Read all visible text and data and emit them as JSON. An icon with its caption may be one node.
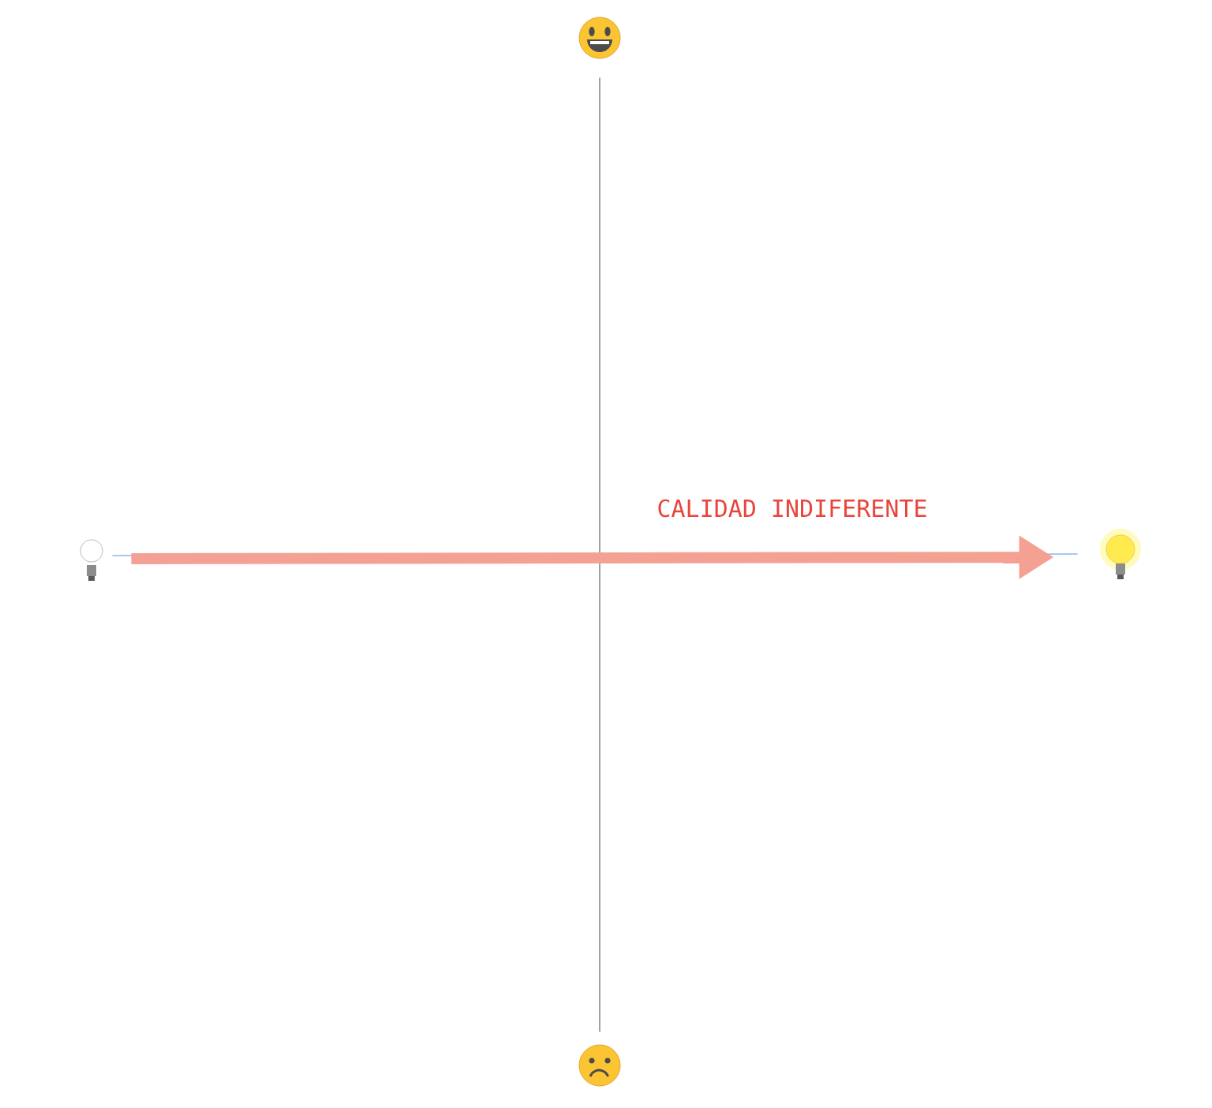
{
  "diagram": {
    "nodes": [
      {
        "text": [],
        "shape": "face"
      },
      {
        "text": [],
        "shape": "face"
      },
      {
        "text": [],
        "shape": "lightbulb"
      },
      {
        "text": [],
        "shape": "lightbulb"
      }
    ],
    "edges": [
      {
        "from": 0,
        "to": 1,
        "arrow": "none",
        "color": "#8a8a8a"
      },
      {
        "from": 2,
        "to": 3,
        "arrow": "none",
        "color": "#8fb4f0"
      },
      {
        "from": 2,
        "to": 3,
        "arrow": "to",
        "style": "thick",
        "color": "#f4a093",
        "label": "CALIDAD INDIFERENTE"
      }
    ]
  }
}
